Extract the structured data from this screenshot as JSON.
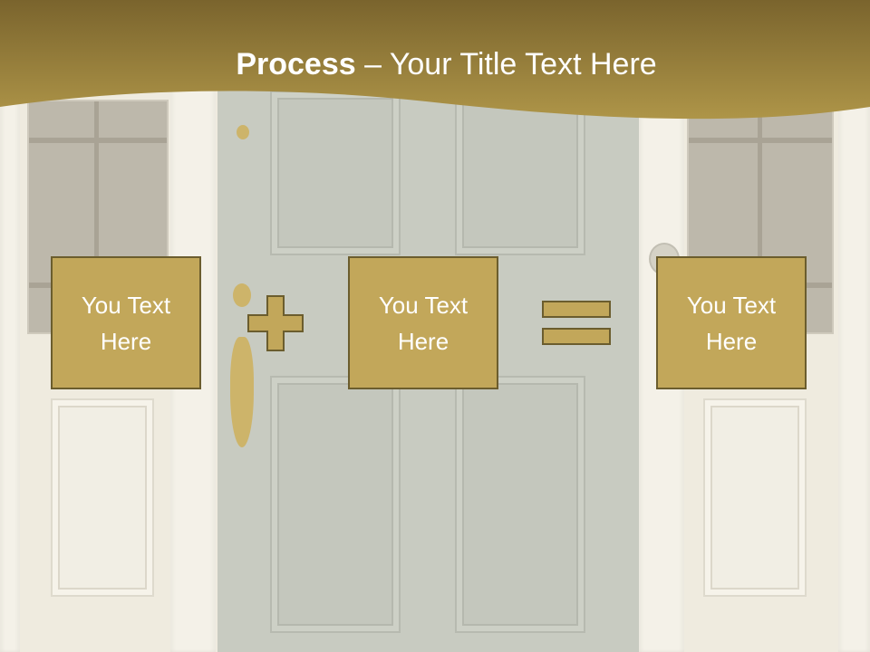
{
  "slide": {
    "title_bold": "Process",
    "title_rest": " – Your Title Text Here"
  },
  "process": {
    "box1_text": "You Text Here",
    "box2_text": "You Text Here",
    "box3_text": "You Text Here",
    "operator1": "plus",
    "operator2": "equals"
  },
  "colors": {
    "header_band": "#9a7f39",
    "box_fill": "#c2a75a",
    "box_border": "#6b5d2e",
    "title_text": "#ffffff"
  }
}
